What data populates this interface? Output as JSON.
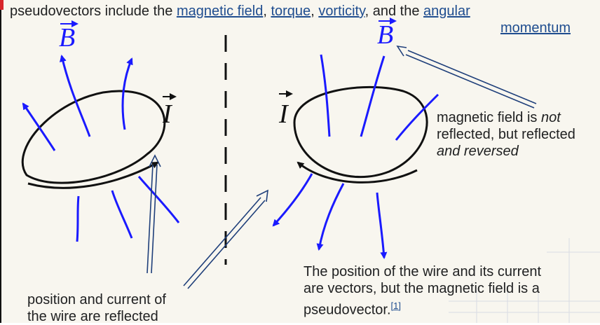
{
  "header": {
    "prefix": "pseudovectors include the ",
    "link1": "magnetic field",
    "sep1": ", ",
    "link2": "torque",
    "sep2": ", ",
    "link3": "vorticity",
    "sep3": ", and the ",
    "link4a": "angular",
    "link4b": "momentum"
  },
  "diagram": {
    "b_label_left": "B",
    "b_label_right": "B",
    "i_label_left": "I",
    "i_label_right": "I"
  },
  "captions": {
    "right_top": {
      "line1_pre": "magnetic field is ",
      "line1_em": "not",
      "line2": "reflected, but reflected",
      "line3_em": "and reversed"
    },
    "right_bottom": {
      "line1": "The position of the wire and its current",
      "line2": "are vectors, but the magnetic field is a",
      "line3": "pseudovector.",
      "ref": "[1]"
    },
    "left_bottom": {
      "line1": "position and current of",
      "line2": "the wire are reflected"
    }
  },
  "colors": {
    "field_lines": "#1a1aff",
    "loop": "#111111",
    "link": "#1f4d8f",
    "annotation_arrow": "#1f3f7a"
  }
}
